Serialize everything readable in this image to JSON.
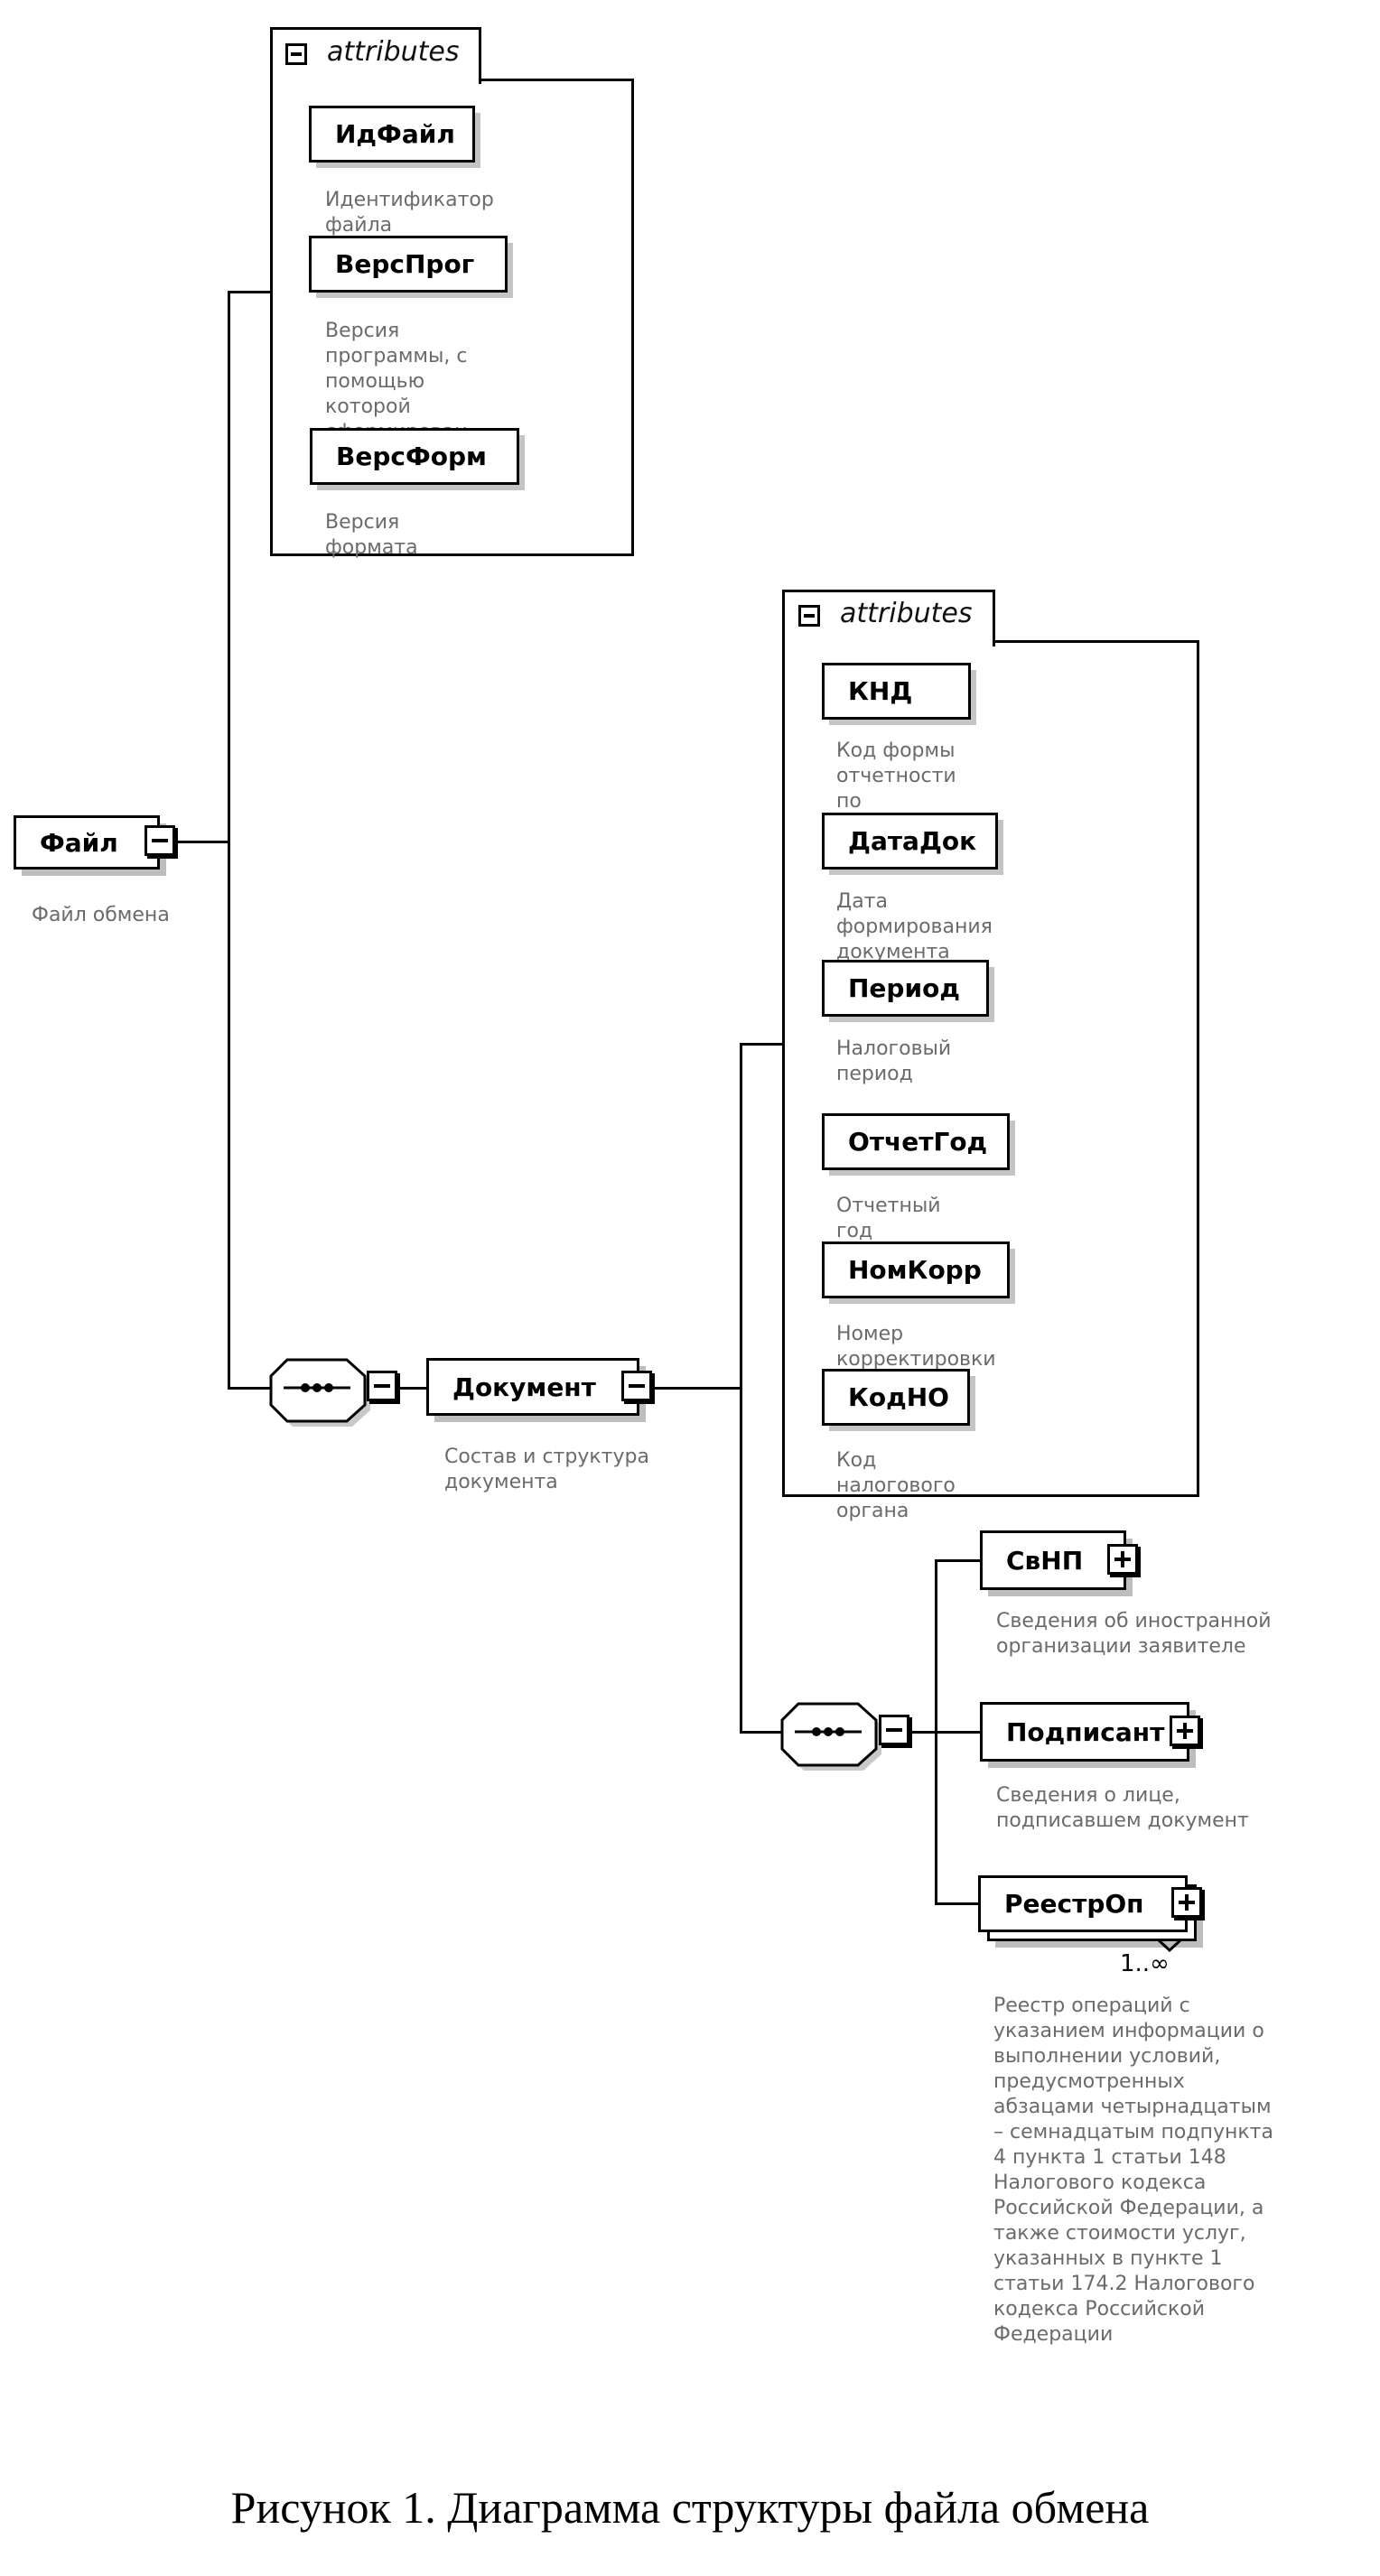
{
  "root": {
    "name": "Файл",
    "description": "Файл обмена",
    "toggle": "collapse"
  },
  "root_attributes": {
    "tab_label": "attributes",
    "items": [
      {
        "name": "ИдФайл",
        "description": "Идентификатор файла"
      },
      {
        "name": "ВерсПрог",
        "description": "Версия программы, с\nпомощью которой\nсформирован файл"
      },
      {
        "name": "ВерсФорм",
        "description": "Версия формата"
      }
    ]
  },
  "sequence_1": {
    "type": "sequence",
    "toggle": "collapse"
  },
  "document": {
    "name": "Документ",
    "description": "Состав и структура\nдокумента",
    "toggle": "collapse"
  },
  "document_attributes": {
    "tab_label": "attributes",
    "items": [
      {
        "name": "КНД",
        "description": "Код формы отчетности по\nКНД"
      },
      {
        "name": "ДатаДок",
        "description": "Дата формирования\nдокумента"
      },
      {
        "name": "Период",
        "description": "Налоговый период"
      },
      {
        "name": "ОтчетГод",
        "description": "Отчетный год"
      },
      {
        "name": "НомКорр",
        "description": "Номер корректировки"
      },
      {
        "name": "КодНО",
        "description": "Код налогового органа"
      }
    ]
  },
  "sequence_2": {
    "type": "sequence",
    "toggle": "collapse"
  },
  "document_children": [
    {
      "name": "СвНП",
      "description": "Сведения об иностранной\nорганизации заявителе",
      "toggle": "expand"
    },
    {
      "name": "Подписант",
      "description": "Сведения о лице,\nподписавшем документ",
      "toggle": "expand"
    },
    {
      "name": "РеестрОп",
      "description": "Реестр операций с\nуказанием информации о\nвыполнении условий,\nпредусмотренных\nабзацами четырнадцатым\n– семнадцатым подпункта\n4 пункта 1 статьи 148\nНалогового кодекса\nРоссийской Федерации, а\nтакже стоимости услуг,\nуказанных в пункте 1\nстатьи 174.2 Налогового\nкодекса Российской\nФедерации",
      "toggle": "expand",
      "cardinality": "1..∞"
    }
  ],
  "caption": "Рисунок 1. Диаграмма структуры файла обмена"
}
